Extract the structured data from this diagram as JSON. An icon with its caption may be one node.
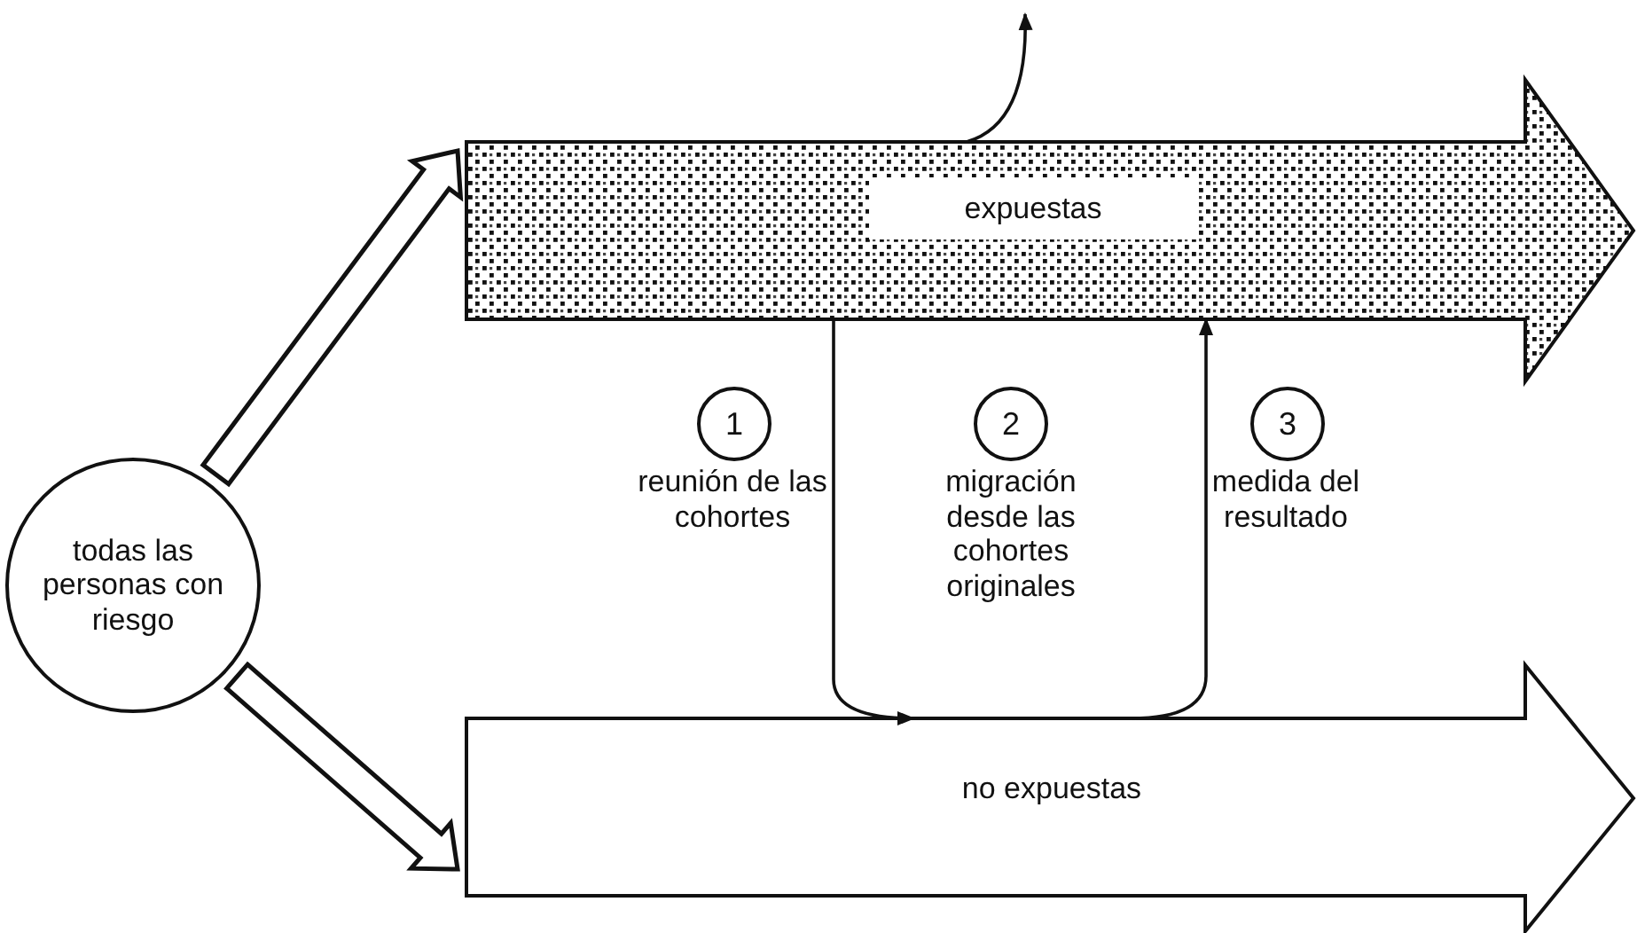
{
  "diagram": {
    "nodes": [
      {
        "text": [
          "todas las personas con riesgo"
        ]
      },
      {
        "text": [
          "expuestas"
        ]
      },
      {
        "text": [
          "no expuestas"
        ]
      },
      {
        "text": [
          "1"
        ],
        "beside": [
          "reunión de las cohortes"
        ]
      },
      {
        "text": [
          "2"
        ],
        "beside": [
          "migración desde las cohortes originales"
        ]
      },
      {
        "text": [
          "3"
        ],
        "beside": [
          "medida del resultado"
        ]
      }
    ],
    "edges": [
      {
        "from": 0,
        "to": 1,
        "arrow": "to",
        "style": "thick"
      },
      {
        "from": 0,
        "to": 2,
        "arrow": "to",
        "style": "thick"
      },
      {
        "from": 1,
        "to": 2,
        "arrow": "to"
      },
      {
        "from": 2,
        "to": 1,
        "arrow": "to"
      },
      {
        "from": 1,
        "to": null,
        "arrow": "to"
      }
    ]
  }
}
